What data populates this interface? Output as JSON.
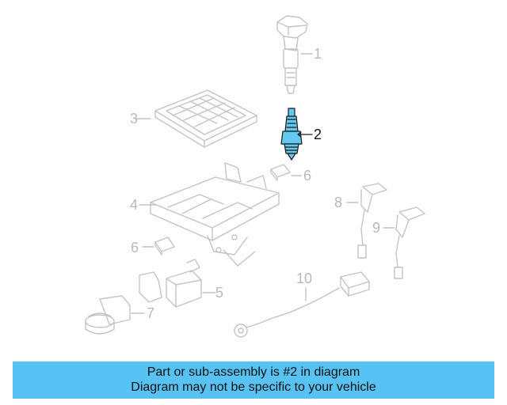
{
  "diagram": {
    "callouts": [
      {
        "id": "1",
        "label": "1"
      },
      {
        "id": "2",
        "label": "2"
      },
      {
        "id": "3",
        "label": "3"
      },
      {
        "id": "4",
        "label": "4"
      },
      {
        "id": "5",
        "label": "5"
      },
      {
        "id": "6a",
        "label": "6"
      },
      {
        "id": "6b",
        "label": "6"
      },
      {
        "id": "7",
        "label": "7"
      },
      {
        "id": "8",
        "label": "8"
      },
      {
        "id": "9",
        "label": "9"
      },
      {
        "id": "10",
        "label": "10"
      }
    ],
    "highlighted_part": "2",
    "colors": {
      "part_line": "#c4c4c4",
      "highlight_fill": "#63c9ef",
      "highlight_line": "#1a1a1a",
      "label_muted": "#b9b9b9",
      "label_active": "#111111"
    }
  },
  "banner": {
    "line1": "Part or sub-assembly is #2 in diagram",
    "line2": "Diagram may not be specific to your vehicle",
    "background": "#58c2f4"
  }
}
